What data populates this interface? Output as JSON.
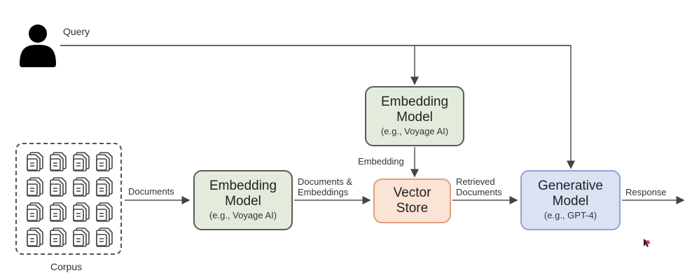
{
  "query": {
    "label": "Query",
    "icon": "user-icon"
  },
  "corpus": {
    "label": "Corpus",
    "doc_count": 16,
    "icon": "document-stack-icon"
  },
  "edges": {
    "documents": "Documents",
    "documents_embeddings_1": "Documents &",
    "documents_embeddings_2": "Embeddings",
    "embedding": "Embedding",
    "retrieved_1": "Retrieved",
    "retrieved_2": "Documents",
    "response": "Response"
  },
  "nodes": {
    "embed_doc": {
      "title1": "Embedding",
      "title2": "Model",
      "sub": "(e.g., Voyage AI)"
    },
    "embed_query": {
      "title1": "Embedding",
      "title2": "Model",
      "sub": "(e.g., Voyage AI)"
    },
    "vector_store": {
      "title1": "Vector",
      "title2": "Store"
    },
    "generative": {
      "title1": "Generative",
      "title2": "Model",
      "sub": "(e.g., GPT-4)"
    }
  },
  "colors": {
    "green": "#e3ecdc",
    "orange": "#fbe3d6",
    "blue": "#dbe2f3",
    "line": "#555555"
  }
}
